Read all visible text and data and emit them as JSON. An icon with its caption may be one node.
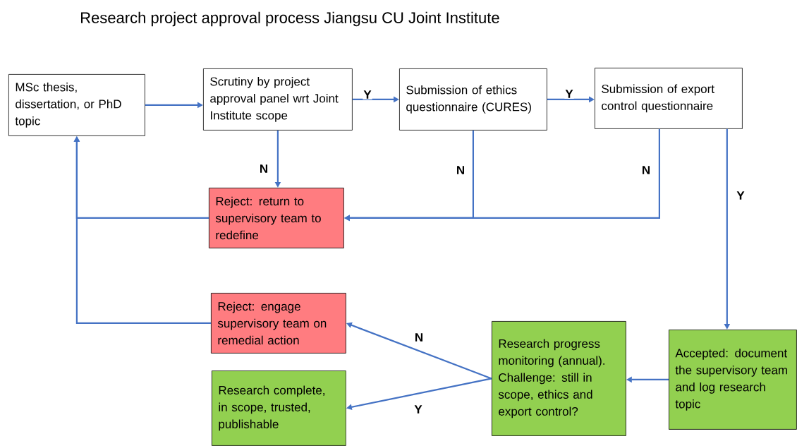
{
  "diagram": {
    "title": "Research project approval process Jiangsu CU Joint Institute",
    "nodes": [
      {
        "text": [
          "MSc thesis, dissertation, or PhD topic"
        ]
      },
      {
        "text": [
          "Scrutiny by project approval panel wrt Joint Institute scope"
        ]
      },
      {
        "text": [
          "Submission of ethics questionnaire (CURES)"
        ]
      },
      {
        "text": [
          "Submission of export control questionnaire"
        ]
      },
      {
        "text": [
          "Reject: return to supervisory team to redefine"
        ]
      },
      {
        "text": [
          "Reject: engage supervisory team on remedial action"
        ]
      },
      {
        "text": [
          "Research progress monitoring (annual). Challenge: still in scope, ethics and export control?"
        ]
      },
      {
        "text": [
          "Accepted: document the supervisory team and log research topic"
        ]
      },
      {
        "text": [
          "Research complete, in scope, trusted, publishable"
        ]
      }
    ],
    "edges": [
      {
        "from": 0,
        "to": 1,
        "arrow": "to"
      },
      {
        "from": 1,
        "to": 2,
        "arrow": "to",
        "label": "Y"
      },
      {
        "from": 2,
        "to": 3,
        "arrow": "to",
        "label": "Y"
      },
      {
        "from": 1,
        "to": 4,
        "arrow": "to",
        "label": "N"
      },
      {
        "from": 2,
        "to": 4,
        "arrow": "to",
        "label": "N"
      },
      {
        "from": 3,
        "to": 4,
        "arrow": "to",
        "label": "N"
      },
      {
        "from": 3,
        "to": 7,
        "arrow": "to",
        "label": "Y"
      },
      {
        "from": 4,
        "to": 0,
        "arrow": "to"
      },
      {
        "from": 5,
        "to": 0,
        "arrow": "to"
      },
      {
        "from": 7,
        "to": 6,
        "arrow": "to"
      },
      {
        "from": 6,
        "to": 5,
        "arrow": "to",
        "label": "N"
      },
      {
        "from": 6,
        "to": 8,
        "arrow": "to",
        "label": "Y"
      }
    ]
  }
}
